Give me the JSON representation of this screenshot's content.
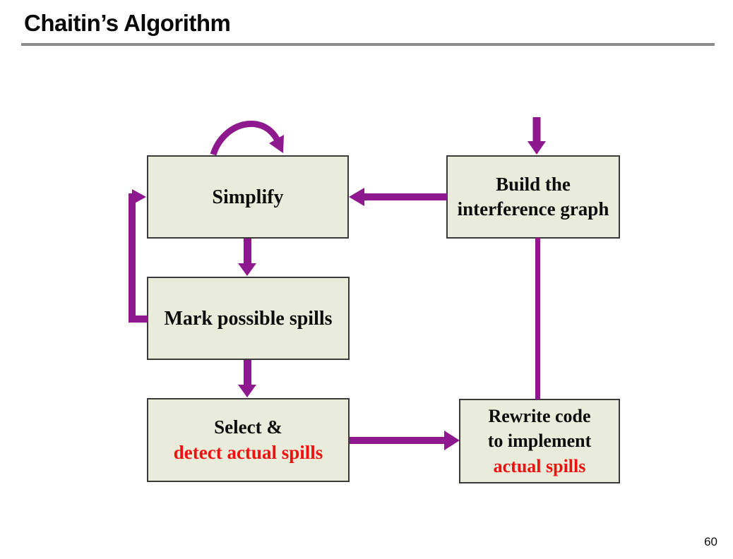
{
  "slide": {
    "title": "Chaitin’s Algorithm",
    "page_number": "60"
  },
  "colors": {
    "arrow": "#8e188e",
    "box-fill": "#e9ecdb",
    "box-border": "#3a3a3a",
    "red-text": "#ee1111",
    "rule": "#8c8c8c"
  },
  "diagram": {
    "boxes": {
      "simplify": {
        "label": "Simplify"
      },
      "build": {
        "line1": "Build the",
        "line2": "interference graph"
      },
      "mark": {
        "label": "Mark possible spills"
      },
      "select": {
        "line1": "Select &",
        "line2": "detect actual spills"
      },
      "rewrite": {
        "line1": "Rewrite code",
        "line2": "to implement",
        "line3": "actual spills"
      }
    },
    "arrows": [
      "entry-to-build",
      "build-to-simplify",
      "simplify-self-loop",
      "simplify-to-mark",
      "mark-to-simplify-loop",
      "mark-to-select",
      "select-to-rewrite",
      "rewrite-to-build-connector"
    ]
  }
}
